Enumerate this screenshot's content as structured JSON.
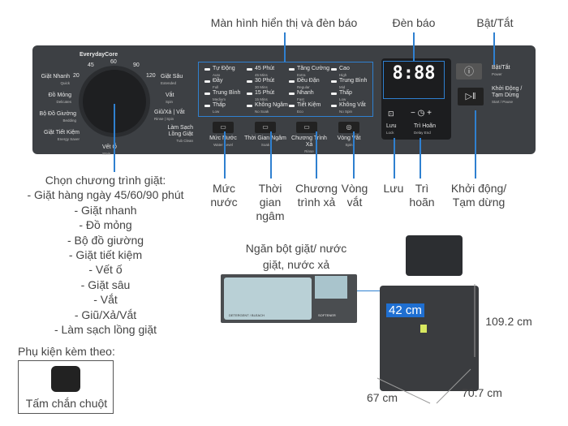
{
  "top_labels": {
    "display": "Màn hình hiển thị và đèn báo",
    "indicator": "Đèn báo",
    "power": "Bật/Tắt"
  },
  "panel": {
    "brand": "EverydayCore",
    "dial_numbers": [
      "20",
      "45",
      "60",
      "90",
      "120"
    ],
    "dial_left": [
      {
        "vi": "Giặt Nhanh",
        "en": "Quick"
      },
      {
        "vi": "Đồ Mỏng",
        "en": "Delicates"
      },
      {
        "vi": "Bộ Đồ Giường",
        "en": "Bedding"
      },
      {
        "vi": "Giặt Tiết Kiệm",
        "en": "Energy Saver"
      }
    ],
    "dial_right": [
      {
        "vi": "Giặt Sâu",
        "en": "Extended"
      },
      {
        "vi": "Vắt",
        "en": "Spin"
      },
      {
        "vi": "Giũ/Xả | Vắt",
        "en": "Rinse | Spin"
      },
      {
        "vi": "Làm Sạch Lồng Giặt",
        "en": "Tub Clean"
      }
    ],
    "dial_bottom": {
      "vi": "Vết Ố",
      "en": "Stain"
    },
    "option_columns": [
      [
        {
          "vi": "Tự Động",
          "en": "Auto"
        },
        {
          "vi": "Đầy",
          "en": "Full"
        },
        {
          "vi": "Trung Bình",
          "en": "Medium"
        },
        {
          "vi": "Thấp",
          "en": "Low"
        }
      ],
      [
        {
          "vi": "45 Phút",
          "en": "45 Mins"
        },
        {
          "vi": "30 Phút",
          "en": "30 Mins"
        },
        {
          "vi": "15 Phút",
          "en": "15 Mins"
        },
        {
          "vi": "Không Ngâm",
          "en": "No Soak"
        }
      ],
      [
        {
          "vi": "Tăng Cường",
          "en": "Extra"
        },
        {
          "vi": "Đều Đặn",
          "en": "Regular"
        },
        {
          "vi": "Nhanh",
          "en": "Fast"
        },
        {
          "vi": "Tiết Kiệm",
          "en": "Eco"
        }
      ],
      [
        {
          "vi": "Cao",
          "en": "High"
        },
        {
          "vi": "Trung Bình",
          "en": "Mid"
        },
        {
          "vi": "Thấp",
          "en": "Low"
        },
        {
          "vi": "Không Vắt",
          "en": "No Spin"
        }
      ]
    ],
    "option_buttons": [
      {
        "vi": "Mức Nước",
        "en": "Water Level"
      },
      {
        "vi": "Thời Gian Ngâm",
        "en": "Soak"
      },
      {
        "vi": "Chương Trình Xả",
        "en": "Rinse"
      },
      {
        "vi": "Vòng Vắt",
        "en": "Spin"
      }
    ],
    "display_digits": "8:88",
    "lock": {
      "vi": "Lưu",
      "en": "Lock"
    },
    "delay": {
      "vi": "Trì Hoãn",
      "en": "Delay End"
    },
    "power": {
      "vi": "Bật/Tắt",
      "en": "Power"
    },
    "start": {
      "vi": "Khởi Động / Tạm Dừng",
      "en": "Start / Pause"
    }
  },
  "callouts": {
    "water_level": "Mức nước",
    "soak_time": "Thời gian ngâm",
    "rinse": "Chương trình xả",
    "spin": "Vòng vắt",
    "lock": "Lưu",
    "delay": "Trì hoãn",
    "start_pause": "Khởi động/ Tạm dừng"
  },
  "programs": {
    "title": "Chọn chương trình giặt:",
    "items": [
      "- Giặt hàng ngày 45/60/90 phút",
      "- Giặt nhanh",
      "- Đồ mỏng",
      "- Bộ đồ giường",
      "- Giặt tiết kiệm",
      "- Vết ố",
      "- Giặt sâu",
      "- Vắt",
      "- Giũ/Xả/Vắt",
      "- Làm sạch lồng giặt"
    ]
  },
  "accessories": {
    "title": "Phụ kiện kèm theo:",
    "item": "Tấm chắn chuột"
  },
  "dispenser": {
    "title": "Ngăn bột giặt/ nước giặt, nước xả",
    "left_label": "DETERGENT / BLEACH",
    "right_label": "SOFTENER"
  },
  "dimensions": {
    "tub": "42 cm",
    "height": "109.2 cm",
    "width": "67 cm",
    "depth": "70.7 cm"
  },
  "colors": {
    "panel": "#3d4044",
    "callout_line": "#2f80d0",
    "tub_badge": "#1f6fd1"
  }
}
